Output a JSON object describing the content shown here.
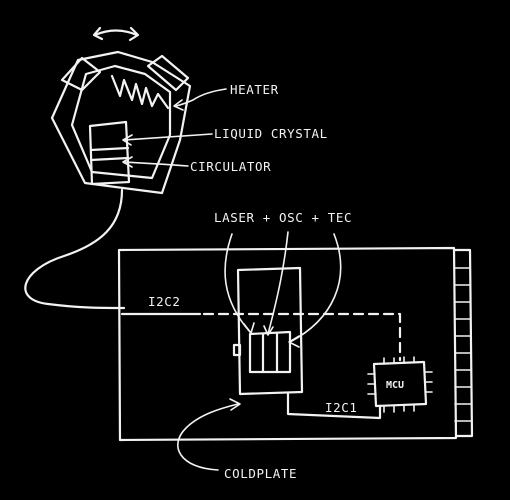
{
  "labels": {
    "heater": "HEATER",
    "liquid_crystal": "LIQUID CRYSTAL",
    "circulator": "CIRCULATOR",
    "laser_osc_tec": "LASER + OSC + TEC",
    "i2c2": "I2C2",
    "i2c1": "I2C1",
    "mcu": "MCU",
    "coldplate": "COLDPLATE"
  },
  "colors": {
    "background": "#000000",
    "ink": "#f2f2f2"
  },
  "icons": {
    "rotation": "double-arrow-arc-icon",
    "arrowheads": "arrowhead-icon"
  }
}
